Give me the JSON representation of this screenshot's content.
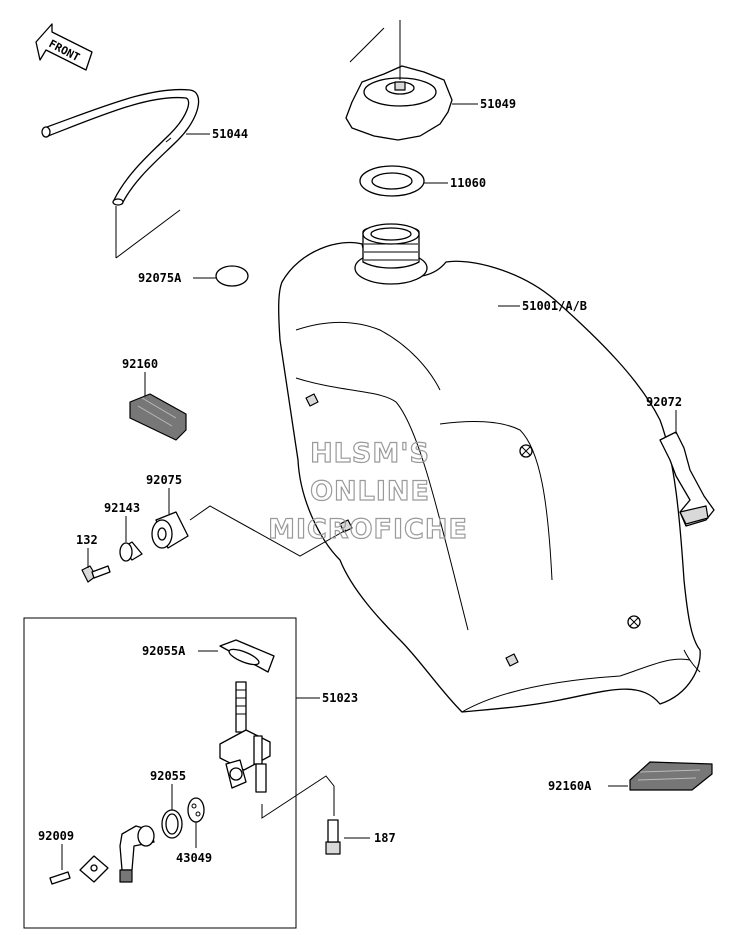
{
  "front_arrow": {
    "text": "FRONT"
  },
  "parts": [
    {
      "id": "51044"
    },
    {
      "id": "51049"
    },
    {
      "id": "11060"
    },
    {
      "id": "92075A"
    },
    {
      "id": "51001/A/B"
    },
    {
      "id": "92160"
    },
    {
      "id": "92072"
    },
    {
      "id": "92075"
    },
    {
      "id": "92143"
    },
    {
      "id": "132"
    },
    {
      "id": "92055A"
    },
    {
      "id": "51023"
    },
    {
      "id": "92055"
    },
    {
      "id": "92009"
    },
    {
      "id": "43049"
    },
    {
      "id": "187"
    },
    {
      "id": "92160A"
    }
  ],
  "watermark": {
    "line1": "HLSM'S",
    "line2": "ONLINE",
    "line3": "MICROFICHE"
  }
}
